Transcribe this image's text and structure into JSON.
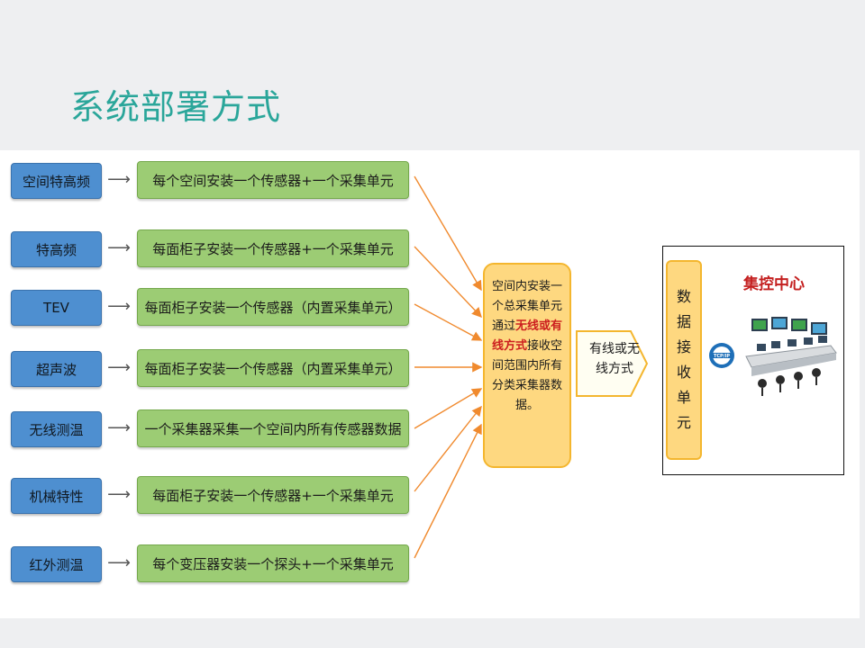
{
  "title": "系统部署方式",
  "sources": [
    {
      "label": "空间特高频",
      "desc": "每个空间安装一个传感器+一个采集单元"
    },
    {
      "label": "特高频",
      "desc": "每面柜子安装一个传感器+一个采集单元"
    },
    {
      "label": "TEV",
      "desc": "每面柜子安装一个传感器（内置采集单元）"
    },
    {
      "label": "超声波",
      "desc": "每面柜子安装一个传感器（内置采集单元）"
    },
    {
      "label": "无线测温",
      "desc": "一个采集器采集一个空间内所有传感器数据"
    },
    {
      "label": "机械特性",
      "desc": "每面柜子安装一个传感器+一个采集单元"
    },
    {
      "label": "红外测温",
      "desc": "每个变压器安装一个探头+一个采集单元"
    }
  ],
  "arrow_symbol": "⟶",
  "center": {
    "text_before": "空间内安装一个总采集单元通过",
    "highlight": "无线或有线方式",
    "text_after": "接收空间范围内所有分类采集器数据。"
  },
  "link_label": "有线或无线方式",
  "receiver": {
    "chars": [
      "数",
      "据",
      "接",
      "收",
      "单",
      "元"
    ]
  },
  "control_center": {
    "title": "集控中心",
    "icon": "tcp-ip-icon",
    "image": "control-room-picture"
  },
  "colors": {
    "title": "#2aa69a",
    "source_box": "#4e8fd0",
    "desc_box": "#9ccc74",
    "center_box": "#fed880",
    "highlight": "#cc1f1f",
    "arrows": "#f08a2e"
  }
}
